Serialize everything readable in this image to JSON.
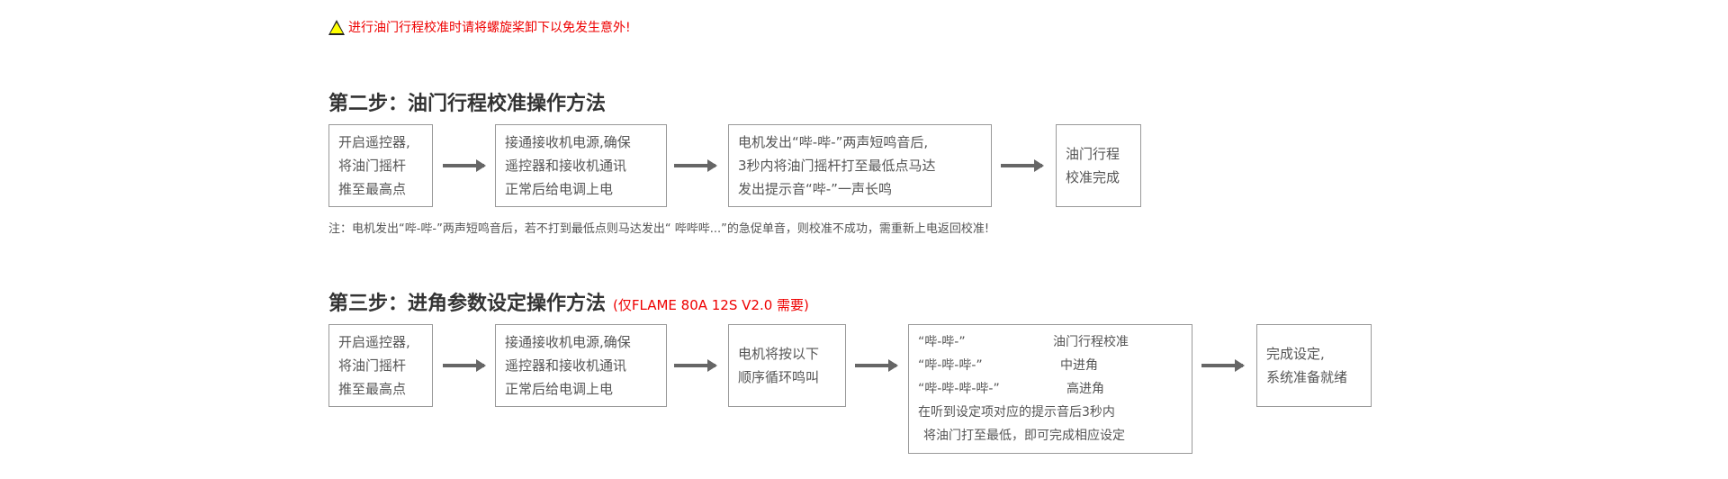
{
  "warning": {
    "icon": "warning-icon",
    "text": "进行油门行程校准时请将螺旋桨卸下以免发生意外!"
  },
  "step2": {
    "title": "第二步：油门行程校准操作方法",
    "boxes": [
      [
        "开启遥控器,",
        "将油门摇杆",
        "推至最高点"
      ],
      [
        "接通接收机电源,确保",
        "遥控器和接收机通讯",
        "正常后给电调上电"
      ],
      [
        "电机发出“哔-哔-”两声短鸣音后,",
        "3秒内将油门摇杆打至最低点马达",
        "发出提示音“哔-”一声长鸣"
      ],
      [
        "油门行程",
        "校准完成"
      ]
    ],
    "note": "注：电机发出“哔-哔-”两声短鸣音后，若不打到最低点则马达发出“ 哔哔哔...”的急促单音，则校准不成功，需重新上电返回校准!"
  },
  "step3": {
    "title": "第三步：进角参数设定操作方法",
    "title_note": "(仅FLAME 80A 12S V2.0 需要)",
    "boxes": [
      [
        "开启遥控器,",
        "将油门摇杆",
        "推至最高点"
      ],
      [
        "接通接收机电源,确保",
        "遥控器和接收机通讯",
        "正常后给电调上电"
      ],
      [
        "电机将按以下",
        "顺序循环鸣叫"
      ],
      [
        "完成设定,",
        "系统准备就绪"
      ]
    ],
    "settings": [
      {
        "tone": "“哔-哔-”",
        "label": "油门行程校准"
      },
      {
        "tone": "“哔-哔-哔-”",
        "label": "中进角"
      },
      {
        "tone": "“哔-哔-哔-哔-”",
        "label": "高进角"
      }
    ],
    "instructions": [
      "在听到设定项对应的提示音后3秒内",
      "将油门打至最低，即可完成相应设定"
    ]
  }
}
